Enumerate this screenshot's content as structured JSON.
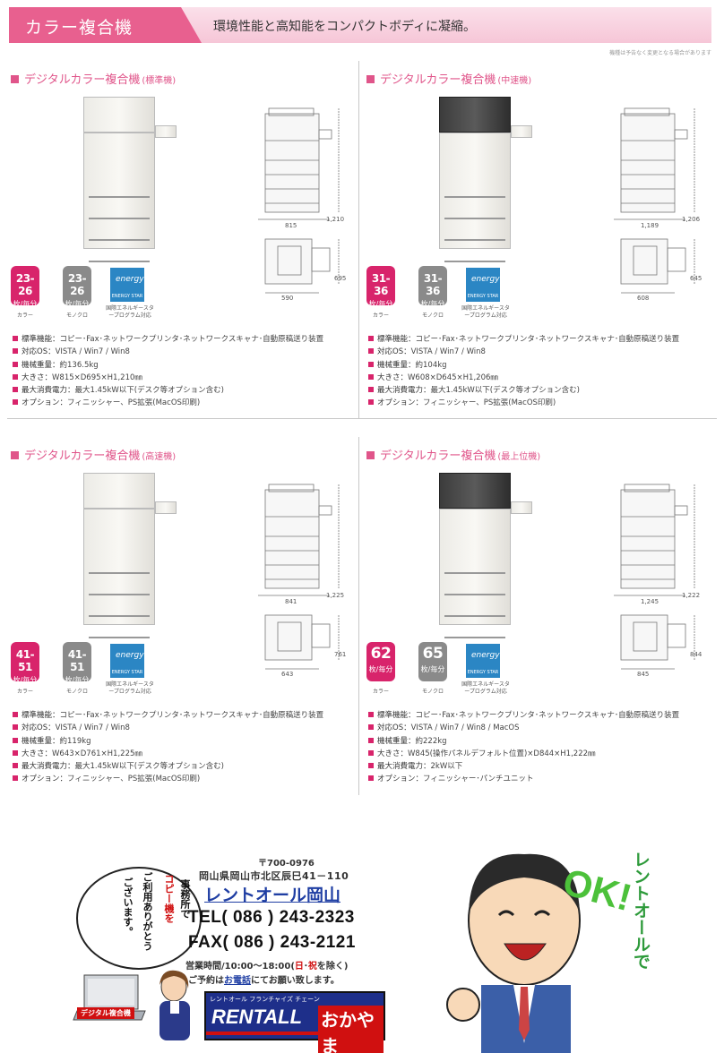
{
  "header": {
    "title": "カラー複合機",
    "tagline": "環境性能と高知能をコンパクトボディに凝縮。",
    "note": "機種は予告なく変更となる場合があります"
  },
  "colors": {
    "accent": "#e0558a",
    "badge_color": "#d8246b",
    "badge_mono": "#8a8a8a",
    "energy_star": "#2b86c4"
  },
  "labels": {
    "color": "カラー",
    "mono": "モノクロ",
    "unit": "枚/毎分",
    "energy_star": "ENERGY STAR",
    "energy_note": "国際エネルギースタープログラム対応"
  },
  "products": [
    {
      "title": "デジタルカラー複合機",
      "grade": "(標準機)",
      "speed_color": "23-26",
      "speed_mono": "23-26",
      "dims": {
        "height": "1,210",
        "width": "815",
        "depth": "695",
        "base": "590"
      },
      "specs": [
        {
          "k": "標準機能：",
          "v": "コピー･Fax･ネットワークプリンタ･ネットワークスキャナ･自動原稿送り装置"
        },
        {
          "k": "対応OS：",
          "v": "VISTA / Win7 / Win8"
        },
        {
          "k": "機械重量：",
          "v": "約136.5kg"
        },
        {
          "k": "大きさ：",
          "v": "W815×D695×H1,210㎜"
        },
        {
          "k": "最大消費電力：",
          "v": "最大1.45kW以下(デスク等オプション含む)"
        },
        {
          "k": "オプション：",
          "v": "フィニッシャー、PS拡張(MacOS印刷)"
        }
      ]
    },
    {
      "title": "デジタルカラー複合機",
      "grade": "(中速機)",
      "speed_color": "31-36",
      "speed_mono": "31-36",
      "dims": {
        "height": "1,206",
        "width": "1,189",
        "depth": "645",
        "base": "608"
      },
      "specs": [
        {
          "k": "標準機能：",
          "v": "コピー･Fax･ネットワークプリンタ･ネットワークスキャナ･自動原稿送り装置"
        },
        {
          "k": "対応OS：",
          "v": "VISTA / Win7 / Win8"
        },
        {
          "k": "機械重量：",
          "v": "約104kg"
        },
        {
          "k": "大きさ：",
          "v": "W608×D645×H1,206㎜"
        },
        {
          "k": "最大消費電力：",
          "v": "最大1.45kW以下(デスク等オプション含む)"
        },
        {
          "k": "オプション：",
          "v": "フィニッシャー、PS拡張(MacOS印刷)"
        }
      ]
    },
    {
      "title": "デジタルカラー複合機",
      "grade": "(高速機)",
      "speed_color": "41-51",
      "speed_mono": "41-51",
      "dims": {
        "height": "1,225",
        "width": "841",
        "depth": "761",
        "base": "643"
      },
      "specs": [
        {
          "k": "標準機能：",
          "v": "コピー･Fax･ネットワークプリンタ･ネットワークスキャナ･自動原稿送り装置"
        },
        {
          "k": "対応OS：",
          "v": "VISTA / Win7 / Win8"
        },
        {
          "k": "機械重量：",
          "v": "約119kg"
        },
        {
          "k": "大きさ：",
          "v": "W643×D761×H1,225㎜"
        },
        {
          "k": "最大消費電力：",
          "v": "最大1.45kW以下(デスク等オプション含む)"
        },
        {
          "k": "オプション：",
          "v": "フィニッシャー、PS拡張(MacOS印刷)"
        }
      ]
    },
    {
      "title": "デジタルカラー複合機",
      "grade": "(最上位機)",
      "speed_color": "62",
      "speed_mono": "65",
      "dims": {
        "height": "1,222",
        "width": "1,245",
        "depth": "844",
        "base": "845"
      },
      "specs": [
        {
          "k": "標準機能：",
          "v": "コピー･Fax･ネットワークプリンタ･ネットワークスキャナ･自動原稿送り装置"
        },
        {
          "k": "対応OS：",
          "v": "VISTA / Win7 / Win8 / MacOS"
        },
        {
          "k": "機械重量：",
          "v": "約222kg"
        },
        {
          "k": "大きさ：",
          "v": "W845(操作パネルデフォルト位置)×D844×H1,222㎜"
        },
        {
          "k": "最大消費電力：",
          "v": "2kW以下"
        },
        {
          "k": "オプション：",
          "v": "フィニッシャー･パンチユニット"
        }
      ]
    }
  ],
  "footer": {
    "bubble_lines": [
      "事務所で",
      "コピー機を",
      "ご利用ありがとう",
      "ございます。"
    ],
    "zip": "〒700-0976",
    "address": "岡山県岡山市北区辰巳41－110",
    "company": "レントオール岡山",
    "tel": "TEL( 086 ) 243-2323",
    "fax": "FAX( 086 ) 243-2121",
    "hours_a": "営業時間/10:00～18:00(",
    "hours_red1": "日",
    "hours_mid": "･",
    "hours_red2": "祝",
    "hours_b": "を除く)",
    "reserve_a": "ご予約は",
    "reserve_link": "お電話",
    "reserve_b": "にてお願い致します。",
    "logo_top": "レントオール フランチャイズ チェーン",
    "logo_main": "RENTALL",
    "logo_city": "おかやま",
    "digital_badge": "デジタル複合機",
    "ok_vertical": "レントオールで",
    "ok": "OK!"
  }
}
